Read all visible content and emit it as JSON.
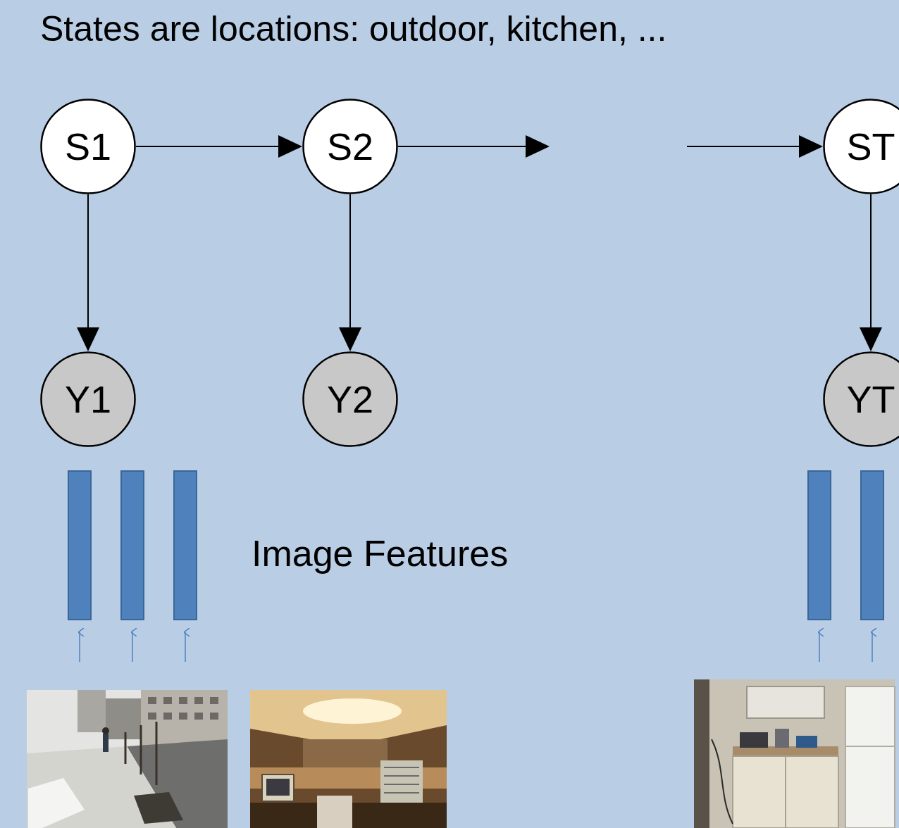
{
  "diagram": {
    "title": "States are locations: outdoor, kitchen, ...",
    "nodes": [
      {
        "text": [
          "S1"
        ]
      },
      {
        "text": [
          "S2"
        ]
      },
      {
        "text": [
          "ST"
        ]
      },
      {
        "text": [
          "Y1"
        ]
      },
      {
        "text": [
          "Y2"
        ]
      },
      {
        "text": [
          "YT"
        ]
      }
    ],
    "edges": [
      {
        "from": 0,
        "to": 1,
        "arrow": "to"
      },
      {
        "from": 1,
        "to": 2,
        "arrow": "to"
      },
      {
        "from": 0,
        "to": 3,
        "arrow": "to"
      },
      {
        "from": 1,
        "to": 4,
        "arrow": "to"
      },
      {
        "from": 2,
        "to": 5,
        "arrow": "to"
      }
    ],
    "labels": [
      "Image Features"
    ]
  }
}
